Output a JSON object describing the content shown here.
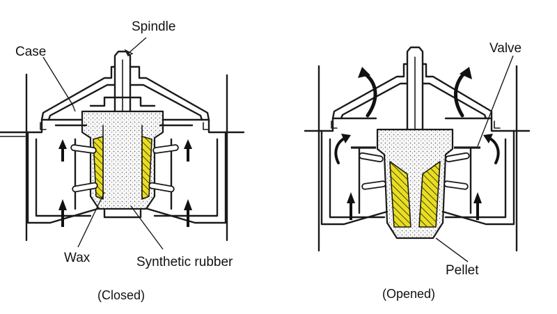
{
  "labels": {
    "spindle": "Spindle",
    "case": "Case",
    "valve": "Valve",
    "wax": "Wax",
    "synthetic_rubber": "Synthetic rubber",
    "pellet": "Pellet",
    "closed_caption": "(Closed)",
    "opened_caption": "(Opened)"
  },
  "colors": {
    "wax": "#e9de1f",
    "ink": "#1a1a1a",
    "background": "#ffffff"
  },
  "icons": {
    "flow_up": "arrow-up-icon",
    "flow_curve": "curved-arrow-icon"
  }
}
